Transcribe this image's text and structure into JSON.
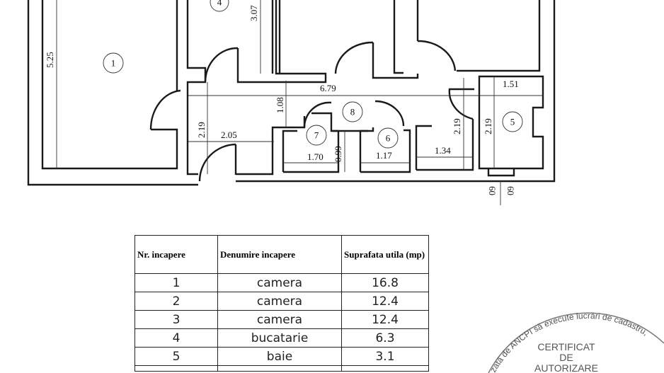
{
  "plan": {
    "room_labels": [
      "1",
      "4",
      "7",
      "8",
      "6",
      "5"
    ],
    "dimensions": {
      "d525": "5.25",
      "d307": "3.07",
      "d679": "6.79",
      "d108": "1.08",
      "d219a": "2.19",
      "d205": "2.05",
      "d170": "1.70",
      "d099": "0.99",
      "d117": "1.17",
      "d134": "1.34",
      "d219b": "2.19",
      "d219c": "2.19",
      "d151": "1.51",
      "w60a": "60",
      "w60b": "60"
    }
  },
  "table": {
    "headers": [
      "Nr. incapere",
      "Denumire incapere",
      "Suprafata utila (mp)"
    ],
    "rows": [
      {
        "nr": "1",
        "name": "camera",
        "area": "16.8"
      },
      {
        "nr": "2",
        "name": "camera",
        "area": "12.4"
      },
      {
        "nr": "3",
        "name": "camera",
        "area": "12.4"
      },
      {
        "nr": "4",
        "name": "bucatarie",
        "area": "6.3"
      },
      {
        "nr": "5",
        "name": "baie",
        "area": "3.1"
      }
    ]
  },
  "stamp": {
    "arc_text": "zată de ANCPI să execute lucrări de cadastru, ",
    "line1": "CERTIFICAT",
    "line2": "DE",
    "line3": "AUTORIZARE"
  }
}
